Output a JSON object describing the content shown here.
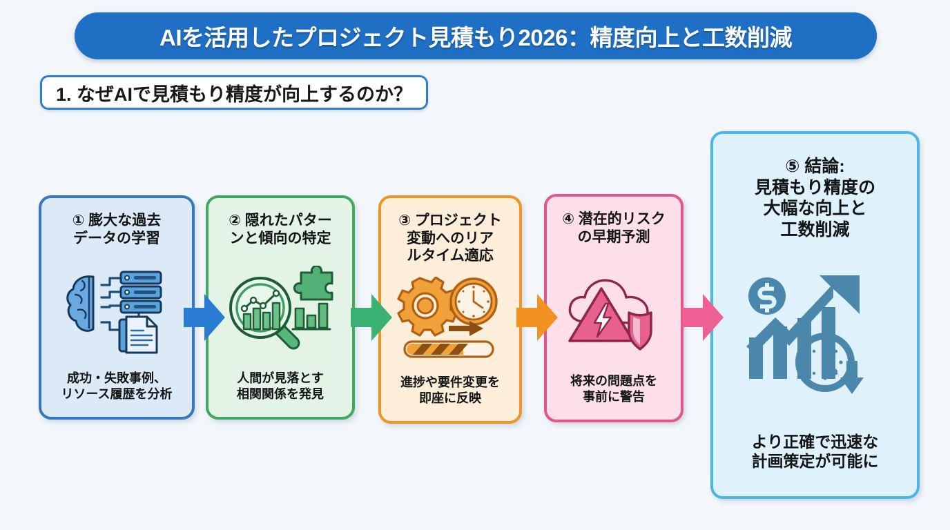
{
  "title": {
    "text": "AIを活用したプロジェクト見積もり2026：精度向上と工数削減",
    "bg_color": "#1f6fc4",
    "text_color": "#ffffff"
  },
  "subtitle": {
    "text": "1. なぜAIで見積もり精度が向上するのか？",
    "border_color": "#2d7fc9",
    "bg_color": "#ffffff"
  },
  "background_color": "#f3f7fb",
  "steps": [
    {
      "number": "①",
      "heading": "① 膨大な過去\nデータの学習",
      "caption": "成功・失敗事例、\nリソース履歴を分析",
      "border_color": "#3478bd",
      "bg_color": "#dce9f7",
      "icon": "brain-servers-document-icon",
      "icon_color": "#5aa4de"
    },
    {
      "number": "②",
      "heading": "② 隠れたパター\nンと傾向の特定",
      "caption": "人間が見落とす\n相関関係を発見",
      "border_color": "#42a85f",
      "bg_color": "#e3f4e6",
      "icon": "magnifier-chart-puzzle-icon",
      "icon_color": "#48a96a"
    },
    {
      "number": "③",
      "heading": "③ プロジェクト\n変動へのリア\nルタイム適応",
      "caption": "進捗や要件変更を\n即座に反映",
      "border_color": "#ef9527",
      "bg_color": "#fdeed9",
      "icon": "gear-clock-progress-icon",
      "icon_color": "#ef9527"
    },
    {
      "number": "④",
      "heading": "④ 潜在的リスク\nの早期予測",
      "caption": "将来の問題点を\n事前に警告",
      "border_color": "#e4568a",
      "bg_color": "#fcdfe9",
      "icon": "cloud-warning-shield-icon",
      "icon_color": "#e4568a"
    },
    {
      "number": "⑤",
      "heading": "⑤ 結論:\n見積もり精度の\n大幅な向上と\n工数削減",
      "caption": "より正確で迅速な\n計画策定が可能に",
      "border_color": "#4cb5e8",
      "bg_color": "#dff2fc",
      "icon": "dollar-growth-clock-icon",
      "icon_color": "#4a87ab"
    }
  ],
  "arrows": [
    {
      "name": "arrow-step1-to-step2",
      "color": "#2b7cd3"
    },
    {
      "name": "arrow-step2-to-step3",
      "color": "#3bb273"
    },
    {
      "name": "arrow-step3-to-step4",
      "color": "#f29220"
    },
    {
      "name": "arrow-step4-to-step5",
      "color": "#ee5f93"
    }
  ]
}
